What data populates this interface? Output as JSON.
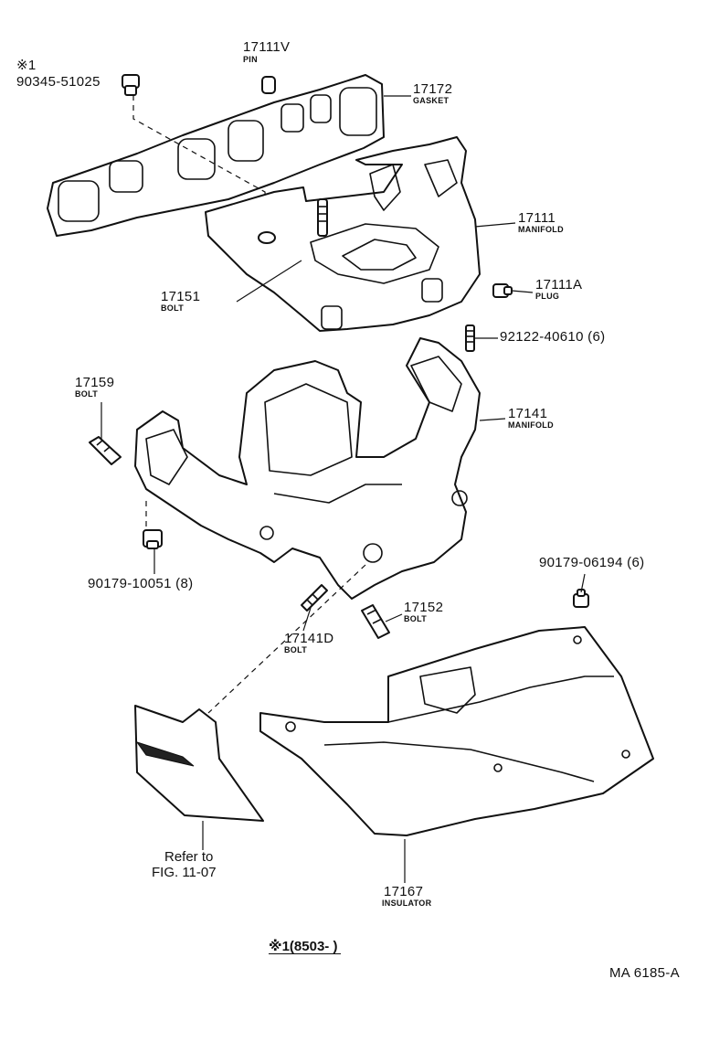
{
  "diagram": {
    "note_symbol": "※1",
    "parts": [
      {
        "number": "90345-51025",
        "name": ""
      },
      {
        "number": "17111V",
        "name": "PIN"
      },
      {
        "number": "17172",
        "name": "GASKET"
      },
      {
        "number": "17111",
        "name": "MANIFOLD"
      },
      {
        "number": "17111A",
        "name": "PLUG"
      },
      {
        "number": "17151",
        "name": "BOLT"
      },
      {
        "number": "92122-40610 (6)",
        "name": ""
      },
      {
        "number": "17159",
        "name": "BOLT"
      },
      {
        "number": "17141",
        "name": "MANIFOLD"
      },
      {
        "number": "90179-06194 (6)",
        "name": ""
      },
      {
        "number": "90179-10051 (8)",
        "name": ""
      },
      {
        "number": "17152",
        "name": "BOLT"
      },
      {
        "number": "17141D",
        "name": "BOLT"
      },
      {
        "number": "17167",
        "name": "INSULATOR"
      }
    ],
    "refer_line1": "Refer to",
    "refer_line2": "FIG. 11-07",
    "footnote": "※1(8503-        )",
    "figure_code": "MA 6185-A"
  }
}
